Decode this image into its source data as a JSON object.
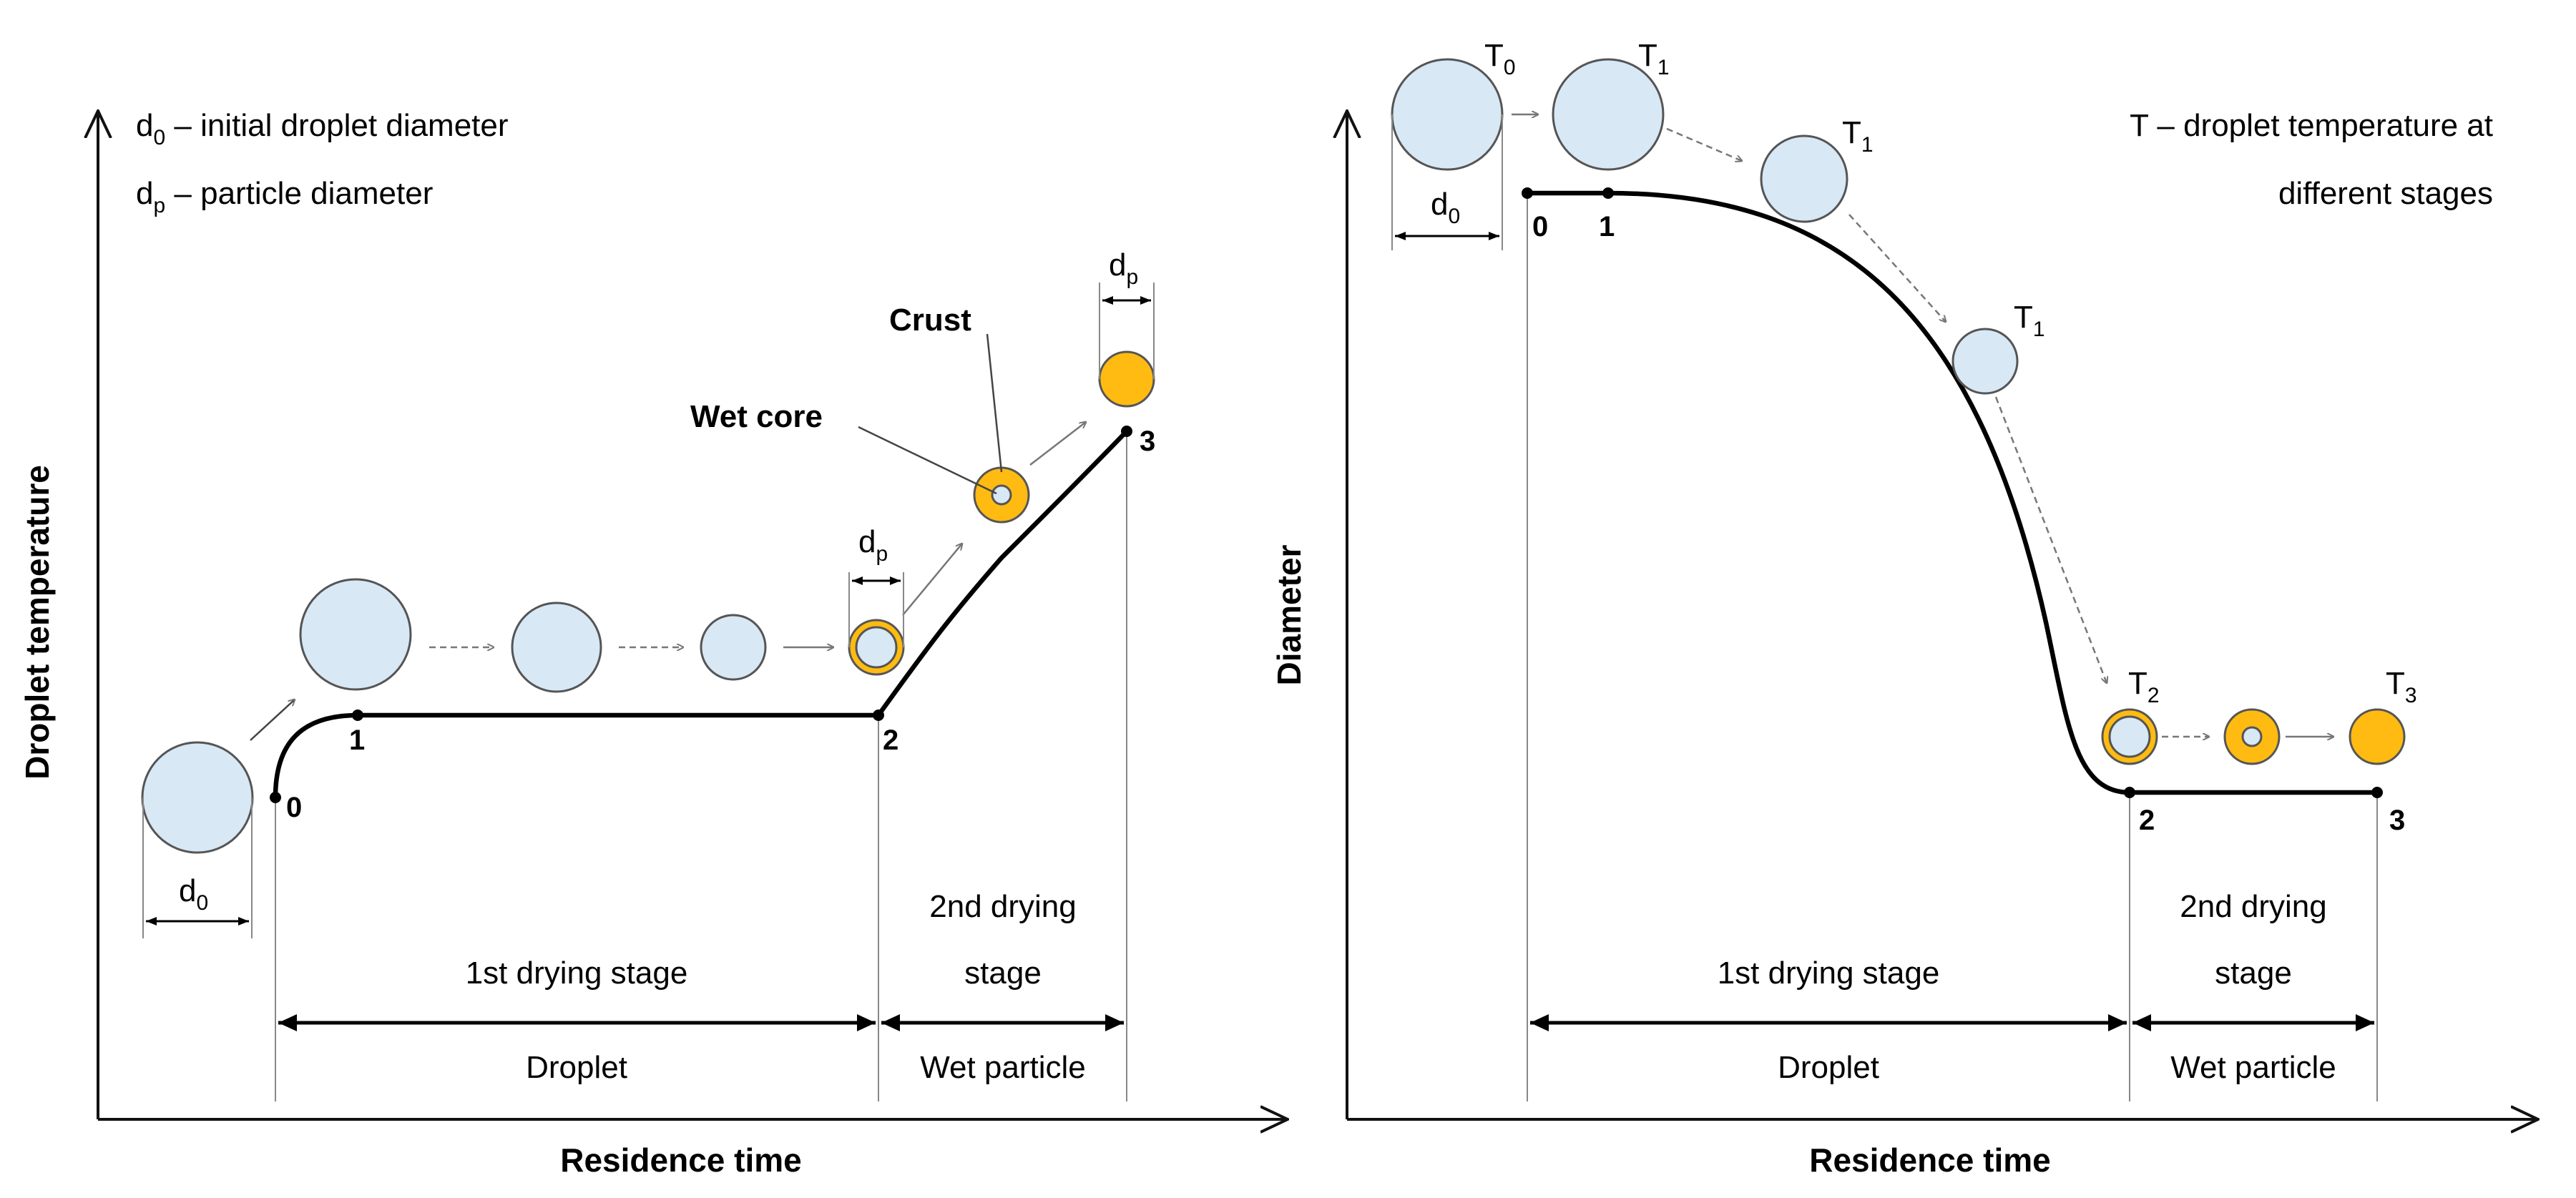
{
  "left_panel": {
    "y_axis_title": "Droplet temperature",
    "x_axis_title": "Residence time",
    "legend": [
      {
        "sym": "d",
        "sub": "0",
        "text": " – initial droplet diameter"
      },
      {
        "sym": "d",
        "sub": "p",
        "text": " – particle diameter"
      }
    ],
    "points": [
      "0",
      "1",
      "2",
      "3"
    ],
    "dim_d0": {
      "sym": "d",
      "sub": "0"
    },
    "dim_dp_small": {
      "sym": "d",
      "sub": "p"
    },
    "dim_dp_top": {
      "sym": "d",
      "sub": "p"
    },
    "crust_label": "Crust",
    "wet_core_label": "Wet core",
    "stage1_label": "1st drying stage",
    "stage2_line1": "2nd drying",
    "stage2_line2": "stage",
    "phase1_label": "Droplet",
    "phase2_label": "Wet particle"
  },
  "right_panel": {
    "y_axis_title": "Diameter",
    "x_axis_title": "Residence time",
    "legend_line1": "T – droplet temperature at",
    "legend_line2": "different stages",
    "points": [
      "0",
      "1",
      "2",
      "3"
    ],
    "dim_d0": {
      "sym": "d",
      "sub": "0"
    },
    "temps": [
      {
        "sym": "T",
        "sub": "0"
      },
      {
        "sym": "T",
        "sub": "1"
      },
      {
        "sym": "T",
        "sub": "1"
      },
      {
        "sym": "T",
        "sub": "1"
      },
      {
        "sym": "T",
        "sub": "2"
      },
      {
        "sym": "T",
        "sub": "3"
      }
    ],
    "stage1_label": "1st drying stage",
    "stage2_line1": "2nd drying",
    "stage2_line2": "stage",
    "phase1_label": "Droplet",
    "phase2_label": "Wet particle"
  },
  "colors": {
    "droplet_fill": "#d8e8f5",
    "particle_fill": "#ffbb11",
    "curve": "#000000"
  }
}
